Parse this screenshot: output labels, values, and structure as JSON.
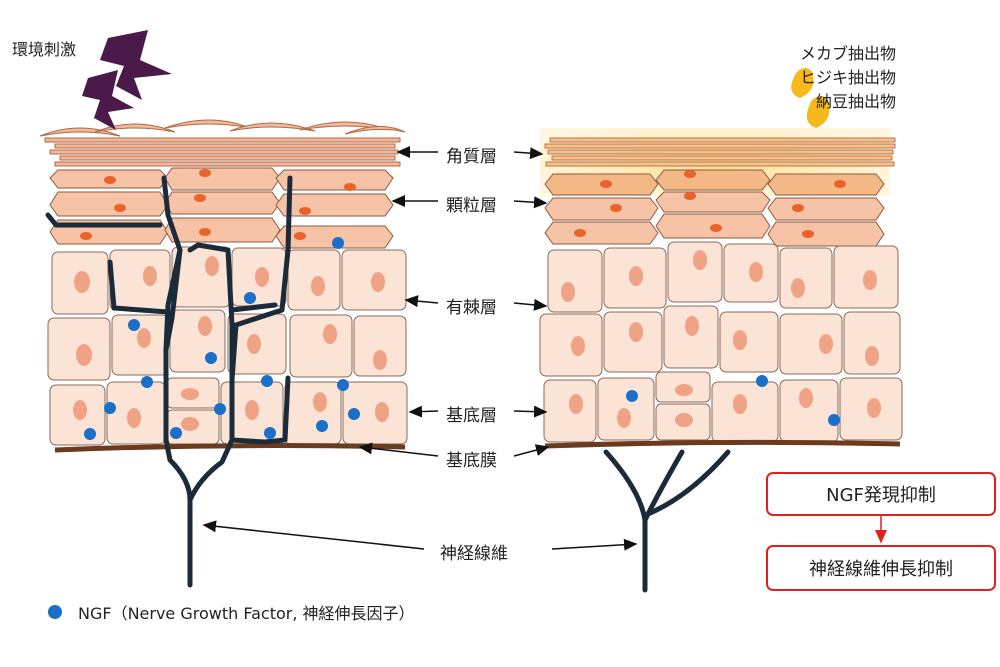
{
  "stimulus_label": "環境刺激",
  "extract_labels": [
    "メカブ抽出物",
    "ヒジキ抽出物",
    "納豆抽出物"
  ],
  "layers": {
    "stratum_corneum": "角質層",
    "granular": "顆粒層",
    "spinous": "有棘層",
    "basal": "基底層",
    "basement_membrane": "基底膜",
    "nerve_fiber": "神経線維"
  },
  "effects": {
    "ngf_suppression": "NGF発現抑制",
    "nerve_suppression": "神経線維伸長抑制"
  },
  "legend": {
    "ngf": "NGF（Nerve Growth Factor, 神経伸長因子）"
  },
  "colors": {
    "cell_fill": "#fbe3d6",
    "cell_stroke": "#8a6a5a",
    "nucleus": "#f0a384",
    "granular_fill": "#f6c3a6",
    "granular_nucleus": "#e8642a",
    "nerve": "#1b2b3a",
    "ngf": "#1a6fc9",
    "lightning": "#4a1a4a",
    "glow": "#ffe08a",
    "droplet": "#f6b81b",
    "box_border": "#e02020",
    "basement": "#6b3a1f"
  }
}
